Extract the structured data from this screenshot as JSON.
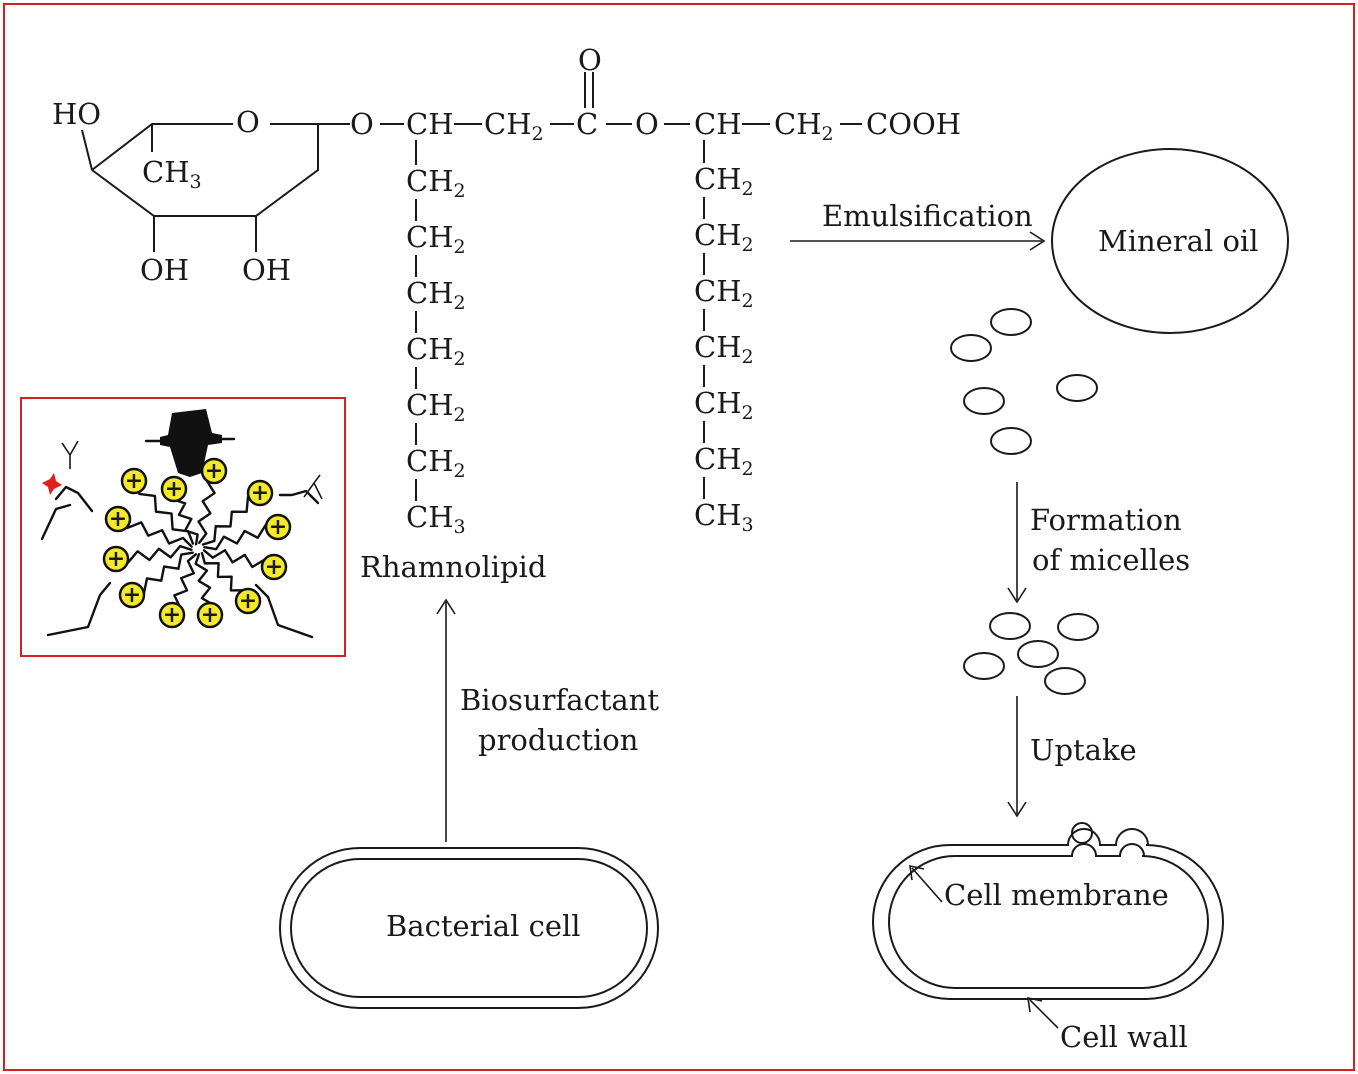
{
  "colors": {
    "frame": "#d42020",
    "ink": "#1a1a1a",
    "headgroup_fill": "#f3e82a",
    "accent_red": "#e0201c"
  },
  "molecule": {
    "ho_label": "HO",
    "ring_o": "O",
    "ch3_ring": "CH",
    "ch3_ring_sub": "3",
    "oh_left": "OH",
    "oh_right": "OH",
    "carbonyl_o": "O",
    "chain_o1": "O",
    "chain_ch1": "CH",
    "chain_ch2_a": "CH",
    "chain_ch2_a_sub": "2",
    "chain_c": "C",
    "chain_o2": "O",
    "chain_ch2": "CH",
    "chain_ch2_b": "CH",
    "chain_ch2_b_sub": "2",
    "cooh": "COOH",
    "left_chain": [
      {
        "label": "CH",
        "sub": "2"
      },
      {
        "label": "CH",
        "sub": "2"
      },
      {
        "label": "CH",
        "sub": "2"
      },
      {
        "label": "CH",
        "sub": "2"
      },
      {
        "label": "CH",
        "sub": "2"
      },
      {
        "label": "CH",
        "sub": "2"
      },
      {
        "label": "CH",
        "sub": "3"
      }
    ],
    "right_chain": [
      {
        "label": "CH",
        "sub": "2"
      },
      {
        "label": "CH",
        "sub": "2"
      },
      {
        "label": "CH",
        "sub": "2"
      },
      {
        "label": "CH",
        "sub": "2"
      },
      {
        "label": "CH",
        "sub": "2"
      },
      {
        "label": "CH",
        "sub": "2"
      },
      {
        "label": "CH",
        "sub": "3"
      }
    ],
    "name": "Rhamnolipid"
  },
  "labels": {
    "emulsification": "Emulsification",
    "mineral_oil": "Mineral oil",
    "formation_line1": "Formation",
    "formation_line2": "of micelles",
    "uptake": "Uptake",
    "biosurfactant_line1": "Biosurfactant",
    "biosurfactant_line2": "production",
    "bacterial_cell": "Bacterial cell",
    "cell_membrane": "Cell membrane",
    "cell_wall": "Cell wall"
  },
  "inset": {
    "headgroup_symbol": "+",
    "headgroup_count": 12,
    "icons": [
      "micelle-illustration",
      "anchor-icon"
    ]
  }
}
